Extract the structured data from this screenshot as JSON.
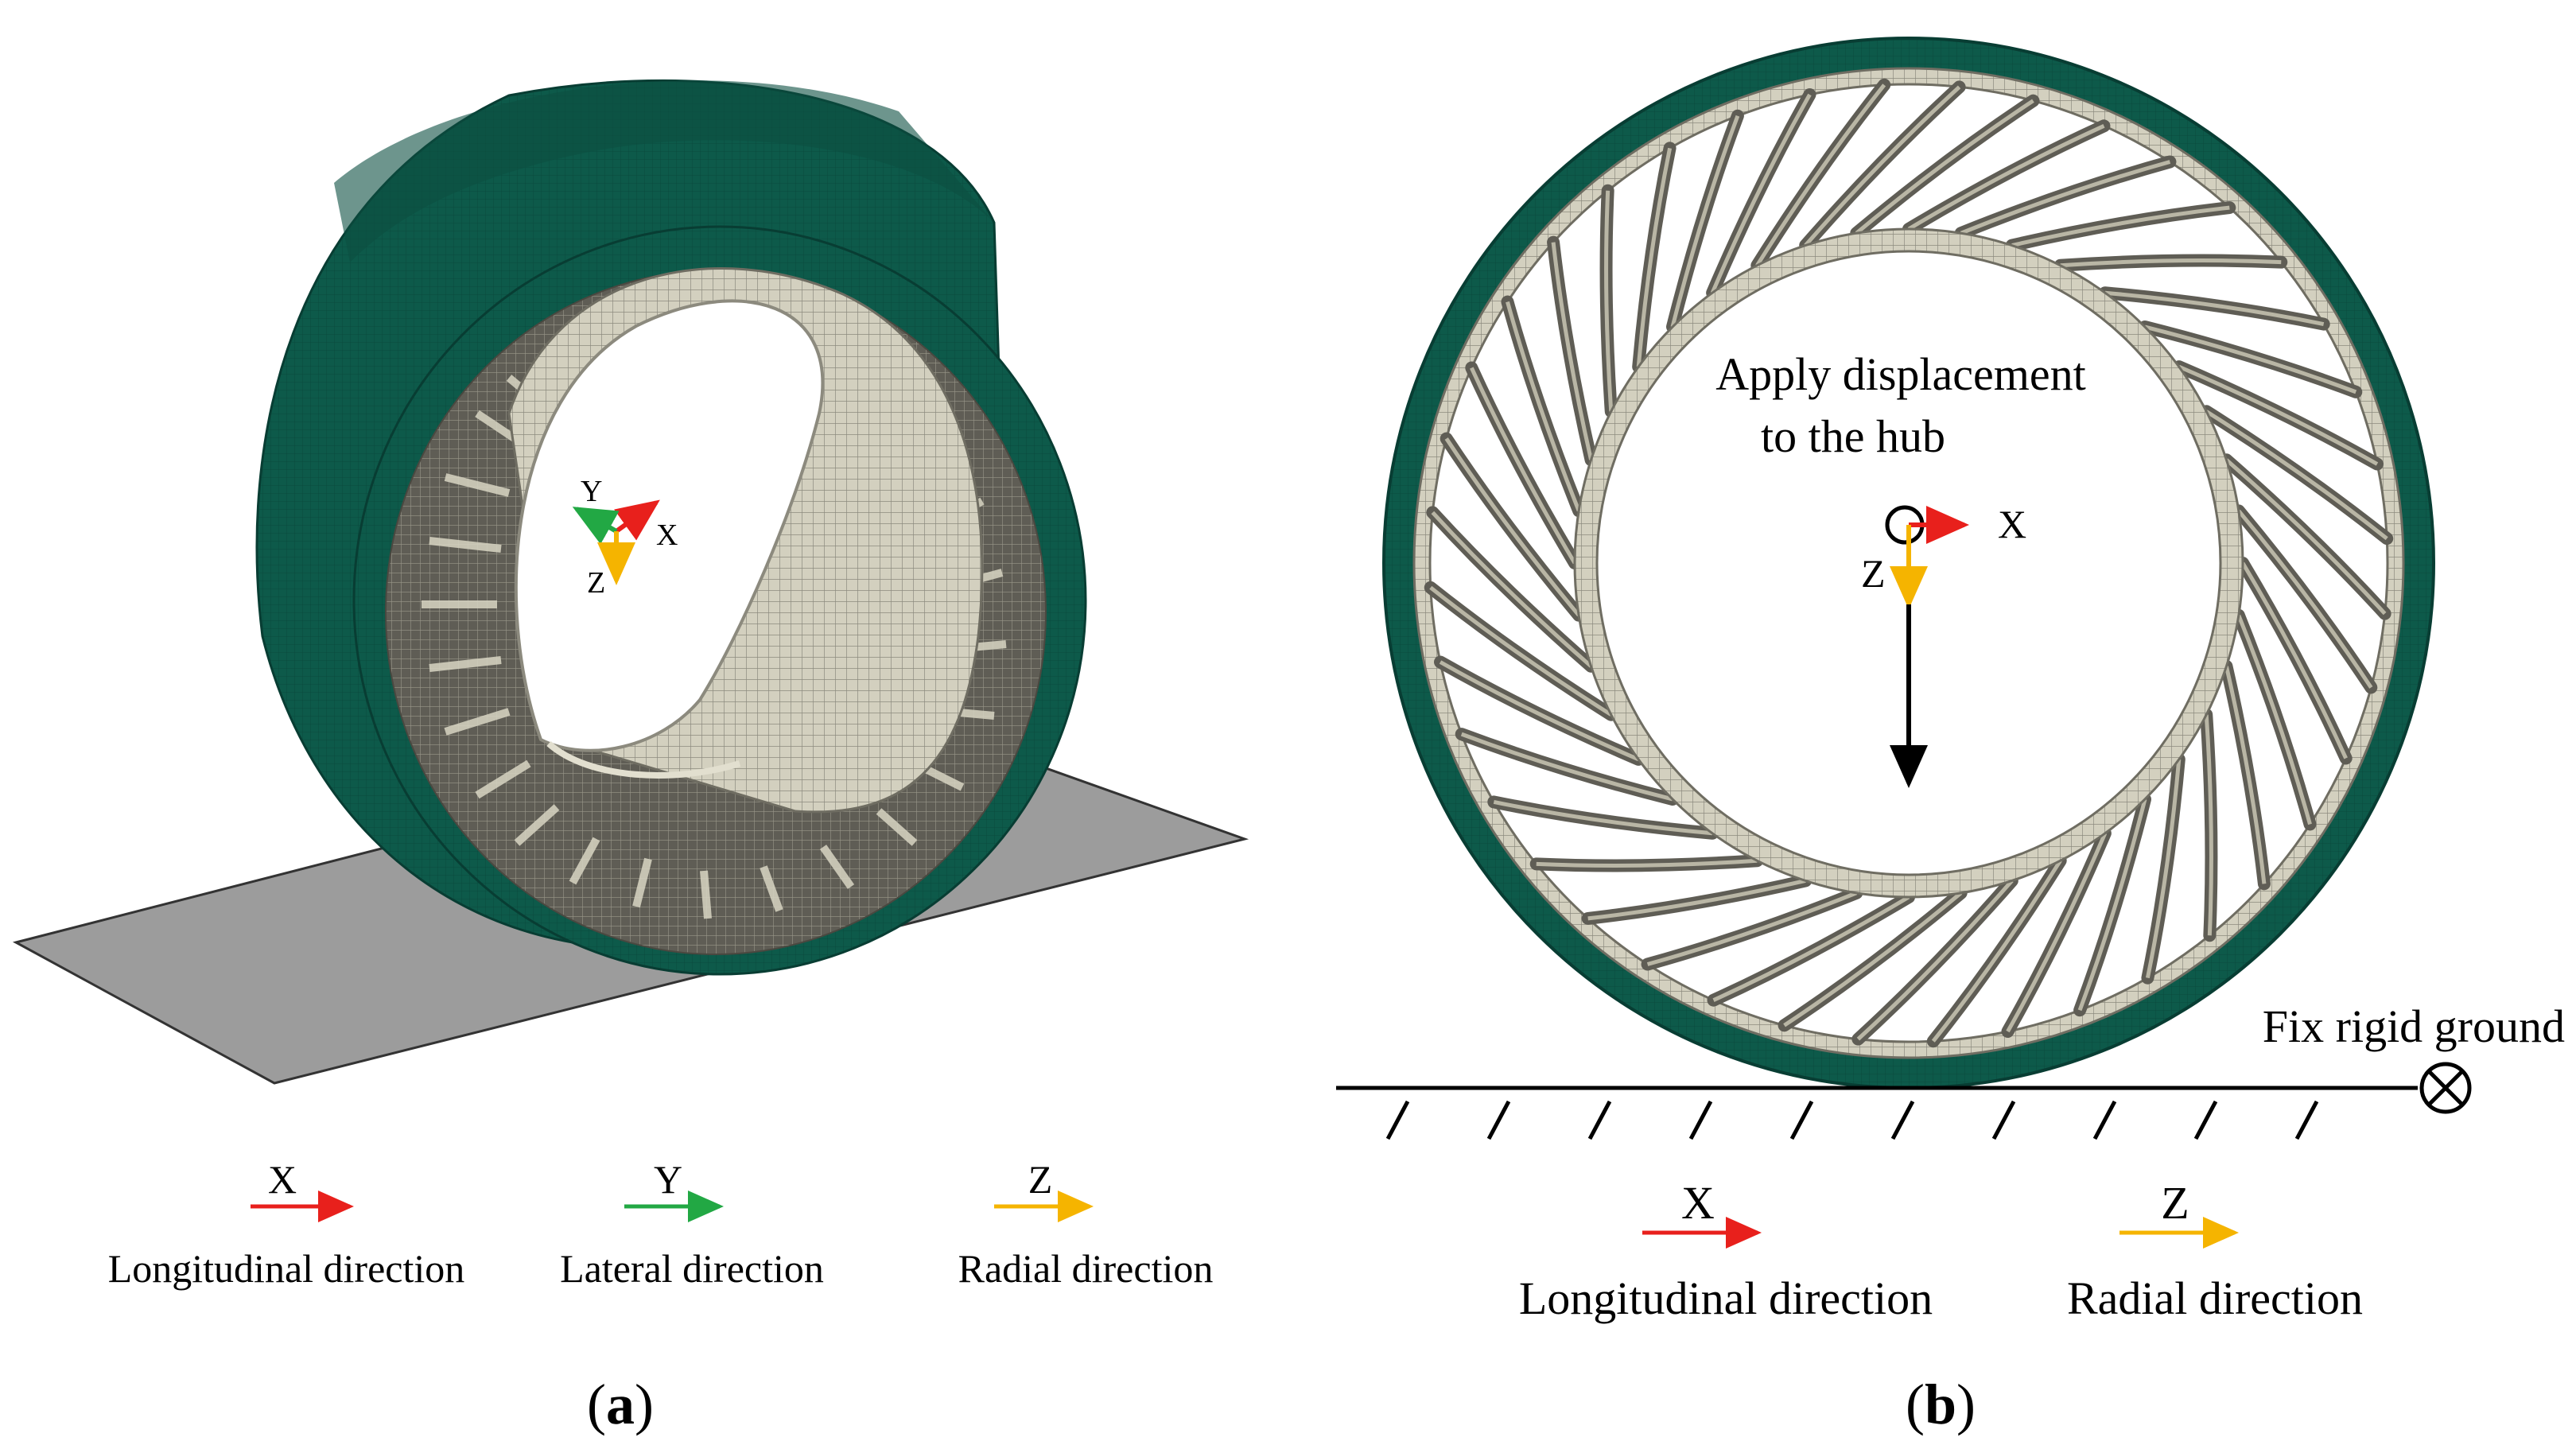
{
  "colors": {
    "tread": "#0d5a4a",
    "tread_dark": "#083d33",
    "mesh_light": "#c9c6b4",
    "mesh_dark": "#6f6d62",
    "ground": "#9a9a9a",
    "x_axis": "#e8201c",
    "y_axis": "#22a844",
    "z_axis": "#f5b400",
    "load_arrow": "#000000"
  },
  "panel_a": {
    "label_prefix": "(",
    "label_letter": "a",
    "label_suffix": ")",
    "axes": {
      "x": "X",
      "y": "Y",
      "z": "Z"
    },
    "legend": [
      {
        "letter": "X",
        "label": "Longitudinal direction",
        "color": "#e8201c"
      },
      {
        "letter": "Y",
        "label": "Lateral direction",
        "color": "#22a844"
      },
      {
        "letter": "Z",
        "label": "Radial direction",
        "color": "#f5b400"
      }
    ]
  },
  "panel_b": {
    "label_prefix": "(",
    "label_letter": "b",
    "label_suffix": ")",
    "annotation_line1": "Apply displacement",
    "annotation_line2": "to the hub",
    "ground_label": "Fix rigid ground",
    "axes": {
      "x": "X",
      "z": "Z"
    },
    "legend": [
      {
        "letter": "X",
        "label": "Longitudinal direction",
        "color": "#e8201c"
      },
      {
        "letter": "Z",
        "label": "Radial direction",
        "color": "#f5b400"
      }
    ]
  }
}
